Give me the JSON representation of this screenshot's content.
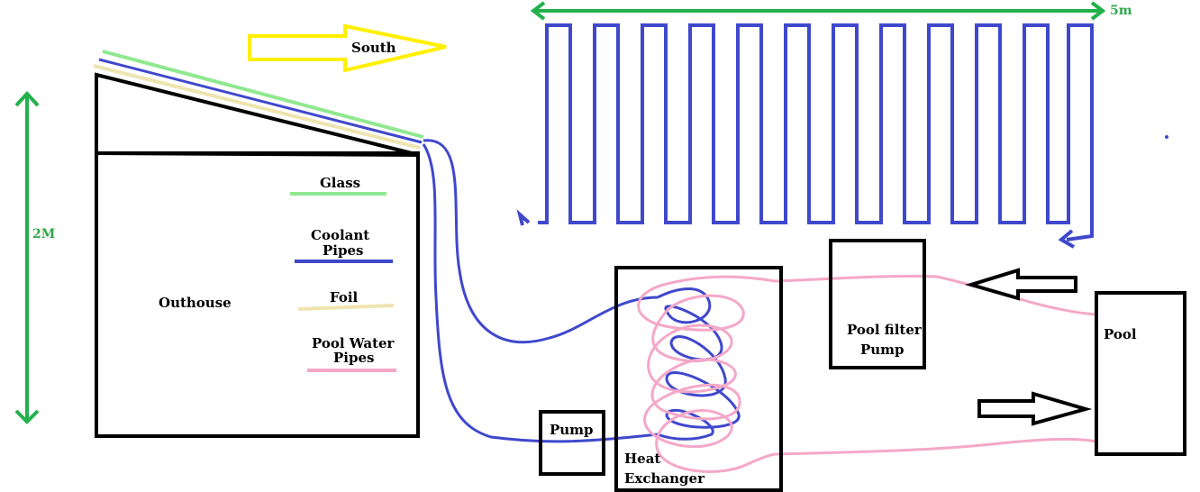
{
  "labels": {
    "south": "South",
    "width_dim": "5m",
    "height_dim": "2M",
    "outhouse": "Outhouse",
    "pump": "Pump",
    "heat_exchanger_line1": "Heat",
    "heat_exchanger_line2": "Exchanger",
    "pool_filter_line1": "Pool filter",
    "pool_filter_line2": "Pump",
    "pool": "Pool"
  },
  "legend": [
    {
      "label_lines": [
        "Glass"
      ],
      "color": "#90e890"
    },
    {
      "label_lines": [
        "Coolant",
        "Pipes"
      ],
      "color": "#3f48cc"
    },
    {
      "label_lines": [
        "Foil"
      ],
      "color": "#efe4b0"
    },
    {
      "label_lines": [
        "Pool Water",
        "Pipes"
      ],
      "color": "#f4a8c8"
    }
  ],
  "colors": {
    "glass": "#90e890",
    "coolant": "#3f48cc",
    "foil": "#efe4b0",
    "pool_water": "#f4a8c8",
    "dimension": "#22b14c",
    "south_arrow": "#ffef00",
    "outline": "#000000"
  },
  "icons": {
    "south": "south-arrow-icon",
    "flow_out": "flow-arrow-left-icon",
    "flow_in": "flow-arrow-right-icon"
  }
}
